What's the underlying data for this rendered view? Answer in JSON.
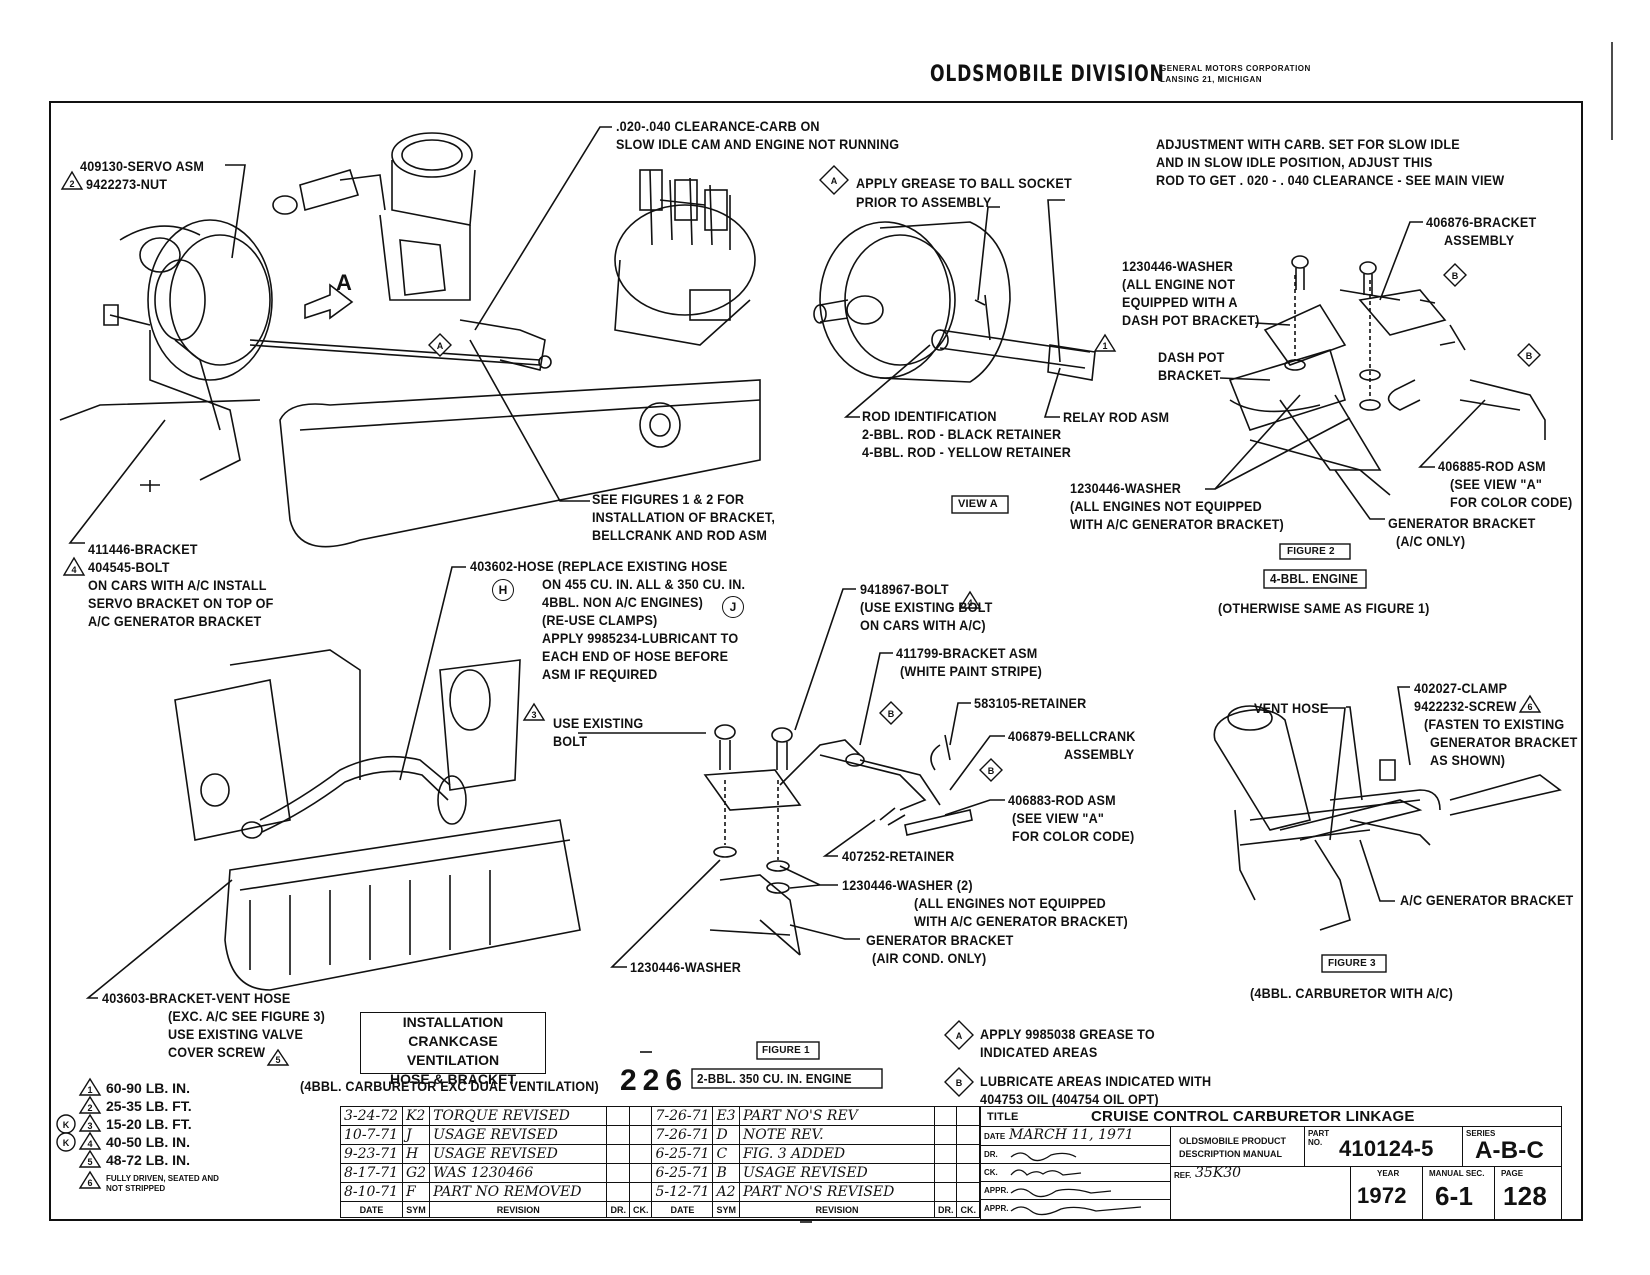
{
  "header": {
    "division": "OLDSMOBILE DIVISION",
    "corp_line1": "GENERAL MOTORS CORPORATION",
    "corp_line2": "LANSING 21, MICHIGAN"
  },
  "main_view": {
    "servo_asm": "409130-SERVO ASM",
    "nut": "9422273-NUT",
    "clearance_1": ".020-.040 CLEARANCE-CARB ON",
    "clearance_2": "SLOW IDLE CAM AND ENGINE NOT RUNNING",
    "view_marker": "A",
    "see_figures_1": "SEE FIGURES 1 & 2 FOR",
    "see_figures_2": "INSTALLATION OF BRACKET,",
    "see_figures_3": "BELLCRANK AND ROD ASM",
    "bracket_1": "411446-BRACKET",
    "bracket_2": "404545-BOLT",
    "bracket_3": "ON CARS WITH A/C INSTALL",
    "bracket_4": "SERVO BRACKET ON TOP OF",
    "bracket_5": "A/C GENERATOR BRACKET"
  },
  "view_a": {
    "grease_1": "APPLY GREASE TO BALL SOCKET",
    "grease_2": "PRIOR TO ASSEMBLY",
    "rod_id_1": "ROD IDENTIFICATION",
    "rod_id_2": "2-BBL. ROD - BLACK RETAINER",
    "rod_id_3": "4-BBL. ROD - YELLOW RETAINER",
    "relay_rod": "RELAY ROD ASM",
    "title": "VIEW A"
  },
  "figure2": {
    "adjust_1": "ADJUSTMENT WITH CARB. SET FOR SLOW IDLE",
    "adjust_2": "AND IN SLOW IDLE POSITION, ADJUST THIS",
    "adjust_3": "ROD TO GET . 020 - . 040 CLEARANCE - SEE MAIN VIEW",
    "bracket_asm_1": "406876-BRACKET",
    "bracket_asm_2": "ASSEMBLY",
    "washer_1": "1230446-WASHER",
    "washer_2": "(ALL ENGINE NOT",
    "washer_3": "EQUIPPED WITH A",
    "washer_4": "DASH POT BRACKET)",
    "dashpot_1": "DASH POT",
    "dashpot_2": "BRACKET",
    "washer_b1": "1230446-WASHER",
    "washer_b2": "(ALL ENGINES NOT EQUIPPED",
    "washer_b3": "WITH A/C GENERATOR BRACKET)",
    "rod_asm_1": "406885-ROD ASM",
    "rod_asm_2": "(SEE VIEW \"A\"",
    "rod_asm_3": "FOR COLOR CODE)",
    "gen_1": "GENERATOR BRACKET",
    "gen_2": "(A/C ONLY)",
    "title": "FIGURE 2",
    "engine": "4-BBL. ENGINE",
    "note": "(OTHERWISE SAME AS FIGURE 1)"
  },
  "hose": {
    "h1": "403602-HOSE (REPLACE EXISTING HOSE",
    "h2": "ON 455 CU. IN. ALL & 350 CU. IN.",
    "h3": "4BBL. NON A/C ENGINES)",
    "h4": "(RE-USE CLAMPS)",
    "h5": "APPLY 9985234-LUBRICANT TO",
    "h6": "EACH END OF HOSE BEFORE",
    "h7": "ASM IF REQUIRED",
    "marker_h": "H",
    "marker_j": "J",
    "vent_1": "403603-BRACKET-VENT HOSE",
    "vent_2": "(EXC. A/C SEE FIGURE 3)",
    "vent_3": "USE EXISTING VALVE",
    "vent_4": "COVER SCREW",
    "install_1": "INSTALLATION",
    "install_2": "CRANKCASE VENTILATION",
    "install_3": "HOSE & BRACKET",
    "install_caption": "(4BBL. CARBURETOR EXC DUAL VENTILATION)"
  },
  "figure1": {
    "bolt_1": "9418967-BOLT",
    "bolt_2": "(USE EXISTING BOLT",
    "bolt_3": "ON CARS WITH A/C)",
    "bracket_1": "411799-BRACKET ASM",
    "bracket_2": "(WHITE PAINT STRIPE)",
    "retainer": "583105-RETAINER",
    "bellcrank_1": "406879-BELLCRANK",
    "bellcrank_2": "ASSEMBLY",
    "rod_1": "406883-ROD ASM",
    "rod_2": "(SEE VIEW \"A\"",
    "rod_3": "FOR COLOR CODE)",
    "retainer2": "407252-RETAINER",
    "existing_1": "USE EXISTING",
    "existing_2": "BOLT",
    "washer2_1": "1230446-WASHER (2)",
    "washer2_2": "(ALL ENGINES NOT EQUIPPED",
    "washer2_3": "WITH A/C GENERATOR BRACKET)",
    "gen_1": "GENERATOR BRACKET",
    "gen_2": "(AIR COND. ONLY)",
    "washer_single": "1230446-WASHER",
    "title": "FIGURE 1",
    "page_num": "226",
    "engine": "2-BBL. 350 CU. IN. ENGINE"
  },
  "figure3": {
    "clamp_1": "402027-CLAMP",
    "clamp_2": "9422232-SCREW",
    "clamp_3": "(FASTEN TO EXISTING",
    "clamp_4": "GENERATOR BRACKET",
    "clamp_5": "AS SHOWN)",
    "vent_hose": "VENT HOSE",
    "ac_gen": "A/C GENERATOR BRACKET",
    "title": "FIGURE 3",
    "caption": "(4BBL. CARBURETOR WITH A/C)"
  },
  "notes": {
    "n1": "APPLY 9985038 GREASE TO",
    "n1b": "INDICATED AREAS",
    "n2": "LUBRICATE AREAS INDICATED WITH",
    "n2b": "404753 OIL (404754 OIL OPT)"
  },
  "torque": [
    {
      "code": "1",
      "text": "60-90 LB. IN."
    },
    {
      "code": "2",
      "text": "25-35 LB. FT."
    },
    {
      "code": "3",
      "text": "15-20 LB. FT."
    },
    {
      "code": "4",
      "text": "40-50 LB. IN."
    },
    {
      "code": "5",
      "text": "48-72 LB. IN."
    },
    {
      "code": "6",
      "text": "FULLY DRIVEN, SEATED AND NOT STRIPPED"
    }
  ],
  "revisions": {
    "headers": [
      "DATE",
      "SYM",
      "REVISION",
      "DR.",
      "CK.",
      "DATE",
      "SYM",
      "REVISION",
      "DR.",
      "CK."
    ],
    "rows": [
      [
        "3-24-72",
        "K2",
        "TORQUE REVISED",
        "",
        "",
        "7-26-71",
        "E3",
        "PART NO'S REV",
        "",
        ""
      ],
      [
        "10-7-71",
        "J",
        "USAGE REVISED",
        "",
        "",
        "7-26-71",
        "D",
        "NOTE REV.",
        "",
        ""
      ],
      [
        "9-23-71",
        "H",
        "USAGE REVISED",
        "",
        "",
        "6-25-71",
        "C",
        "FIG. 3 ADDED",
        "",
        ""
      ],
      [
        "8-17-71",
        "G2",
        "WAS 1230466",
        "",
        "",
        "6-25-71",
        "B",
        "USAGE REVISED",
        "",
        ""
      ],
      [
        "8-10-71",
        "F",
        "PART NO REMOVED",
        "",
        "",
        "5-12-71",
        "A2",
        "PART NO'S REVISED",
        "",
        ""
      ]
    ]
  },
  "title_block": {
    "title_label": "TITLE",
    "title": "CRUISE CONTROL CARBURETOR LINKAGE",
    "date_label": "DATE",
    "date": "MARCH 11, 1971",
    "dr_label": "DR.",
    "ck_label": "CK.",
    "appr_label": "APPR.",
    "product_1": "OLDSMOBILE PRODUCT",
    "product_2": "DESCRIPTION MANUAL",
    "part_label": "PART NO.",
    "part_no": "410124-5",
    "series_label": "SERIES",
    "series": "A-B-C",
    "ref_label": "REF.",
    "ref": "35K30",
    "year_label": "YEAR",
    "year": "1972",
    "manual_label": "MANUAL SEC.",
    "manual": "6-1",
    "page_label": "PAGE",
    "page": "128"
  }
}
